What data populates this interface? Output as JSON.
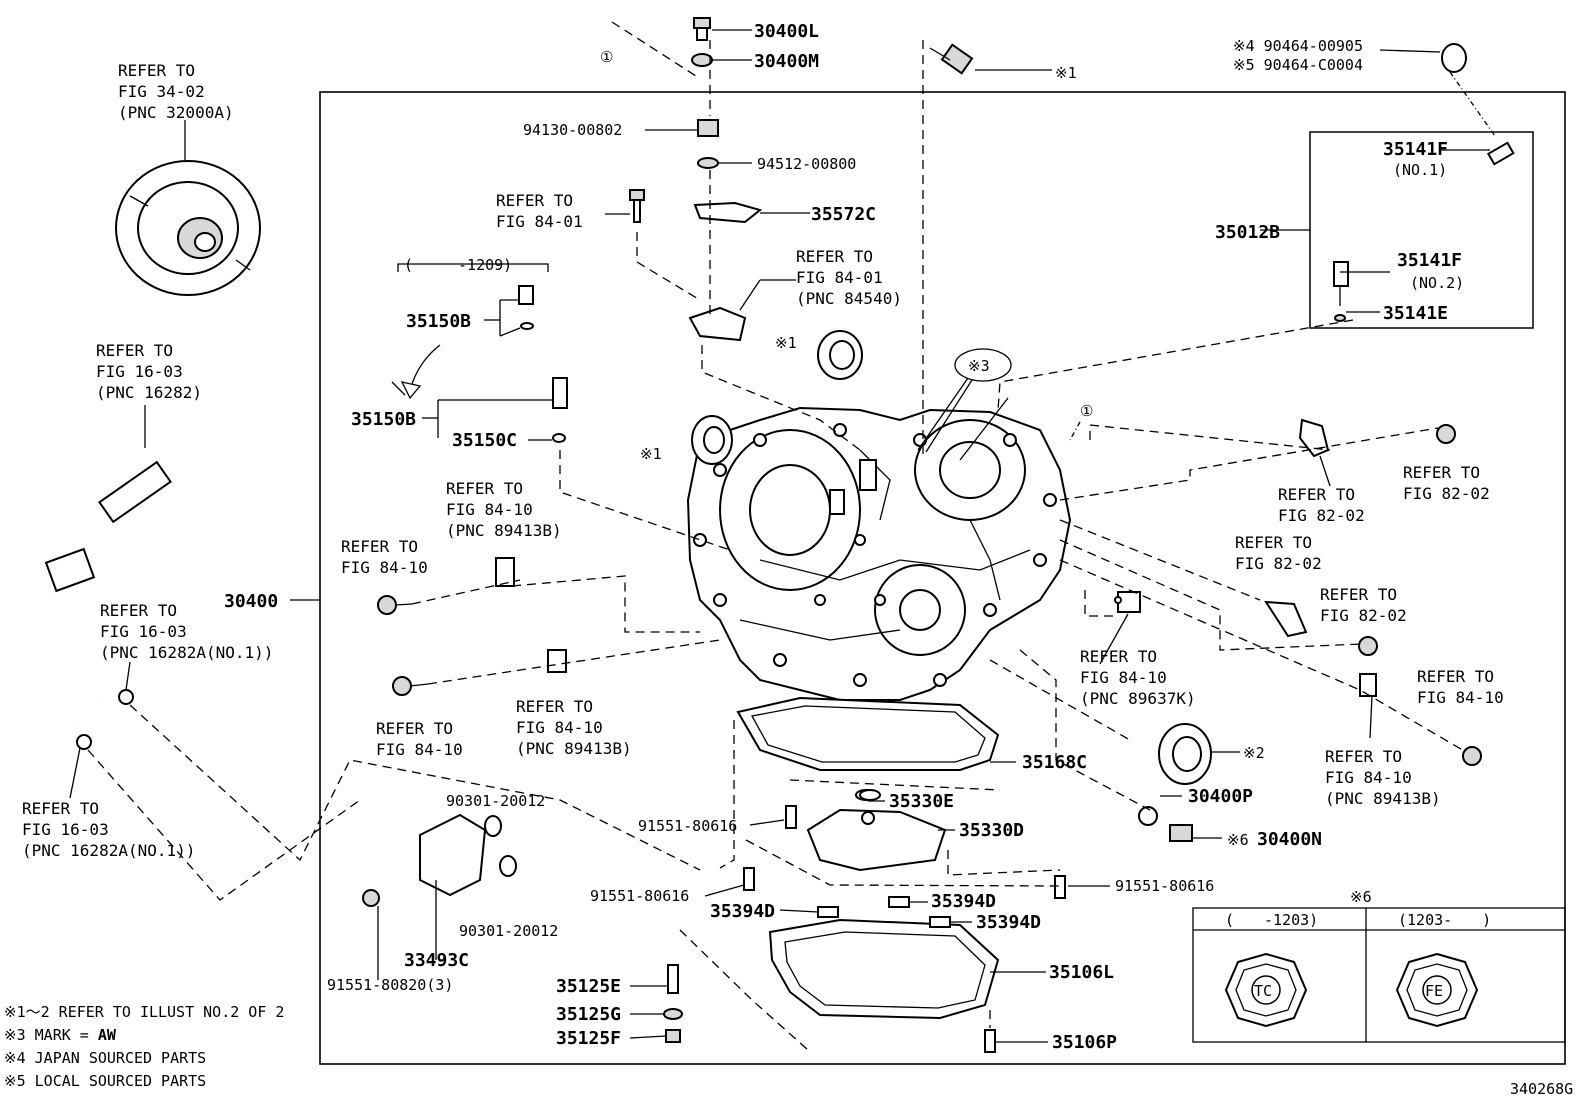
{
  "diagram_id": "340268G",
  "part_labels": [
    {
      "id": "30400L",
      "text": "30400L"
    },
    {
      "id": "30400M",
      "text": "30400M"
    },
    {
      "id": "94130-00802",
      "text": "94130-00802"
    },
    {
      "id": "94512-00800",
      "text": "94512-00800"
    },
    {
      "id": "35572C",
      "text": "35572C"
    },
    {
      "id": "35150B-a",
      "text": "35150B"
    },
    {
      "id": "35150B-b",
      "text": "35150B"
    },
    {
      "id": "35150C",
      "text": "35150C"
    },
    {
      "id": "35012B",
      "text": "35012B"
    },
    {
      "id": "35141F-1",
      "text": "35141F"
    },
    {
      "id": "35141F-2",
      "text": "35141F"
    },
    {
      "id": "35141E",
      "text": "35141E"
    },
    {
      "id": "30400",
      "text": "30400"
    },
    {
      "id": "35168C",
      "text": "35168C"
    },
    {
      "id": "35330E",
      "text": "35330E"
    },
    {
      "id": "35330D",
      "text": "35330D"
    },
    {
      "id": "30400P",
      "text": "30400P"
    },
    {
      "id": "30400N",
      "text": "30400N"
    },
    {
      "id": "91551-80616-a",
      "text": "91551-80616"
    },
    {
      "id": "91551-80616-b",
      "text": "91551-80616"
    },
    {
      "id": "91551-80616-c",
      "text": "91551-80616"
    },
    {
      "id": "35394D-a",
      "text": "35394D"
    },
    {
      "id": "35394D-b",
      "text": "35394D"
    },
    {
      "id": "35394D-c",
      "text": "35394D"
    },
    {
      "id": "35106L",
      "text": "35106L"
    },
    {
      "id": "35106P",
      "text": "35106P"
    },
    {
      "id": "35125E",
      "text": "35125E"
    },
    {
      "id": "35125G",
      "text": "35125G"
    },
    {
      "id": "35125F",
      "text": "35125F"
    },
    {
      "id": "90301-20012-a",
      "text": "90301-20012"
    },
    {
      "id": "90301-20012-b",
      "text": "90301-20012"
    },
    {
      "id": "33493C",
      "text": "33493C"
    },
    {
      "id": "91551-80820",
      "text": "91551-80820(3)"
    },
    {
      "id": "sub-no1",
      "text": "(NO.1)"
    },
    {
      "id": "sub-no2",
      "text": "(NO.2)"
    },
    {
      "id": "date-1209",
      "text": "(　　　-1209)"
    }
  ],
  "references": [
    {
      "id": "ref-34-02",
      "lines": [
        "REFER TO",
        "FIG 34-02",
        "(PNC 32000A)"
      ]
    },
    {
      "id": "ref-16-03-a",
      "lines": [
        "REFER TO",
        "FIG 16-03",
        "(PNC 16282)"
      ]
    },
    {
      "id": "ref-16-03-b",
      "lines": [
        "REFER TO",
        "FIG 16-03",
        "(PNC 16282A(NO.1))"
      ]
    },
    {
      "id": "ref-16-03-c",
      "lines": [
        "REFER TO",
        "FIG 16-03",
        "(PNC 16282A(NO.1))"
      ]
    },
    {
      "id": "ref-84-01-a",
      "lines": [
        "REFER TO",
        "FIG 84-01"
      ]
    },
    {
      "id": "ref-84-01-b",
      "lines": [
        "REFER TO",
        "FIG 84-01",
        "(PNC 84540)"
      ]
    },
    {
      "id": "ref-84-10-a",
      "lines": [
        "REFER TO",
        "FIG 84-10",
        "(PNC 89413B)"
      ]
    },
    {
      "id": "ref-84-10-b",
      "lines": [
        "REFER TO",
        "FIG 84-10"
      ]
    },
    {
      "id": "ref-84-10-c",
      "lines": [
        "REFER TO",
        "FIG 84-10"
      ]
    },
    {
      "id": "ref-84-10-d",
      "lines": [
        "REFER TO",
        "FIG 84-10",
        "(PNC 89413B)"
      ]
    },
    {
      "id": "ref-84-10-e",
      "lines": [
        "REFER TO",
        "FIG 84-10",
        "(PNC 89637K)"
      ]
    },
    {
      "id": "ref-84-10-f",
      "lines": [
        "REFER TO",
        "FIG 84-10"
      ]
    },
    {
      "id": "ref-84-10-g",
      "lines": [
        "REFER TO",
        "FIG 84-10",
        "(PNC 89413B)"
      ]
    },
    {
      "id": "ref-82-02-a",
      "lines": [
        "REFER TO",
        "FIG 82-02"
      ]
    },
    {
      "id": "ref-82-02-b",
      "lines": [
        "REFER TO",
        "FIG 82-02"
      ]
    },
    {
      "id": "ref-82-02-c",
      "lines": [
        "REFER TO",
        "FIG 82-02"
      ]
    },
    {
      "id": "ref-82-02-d",
      "lines": [
        "REFER TO",
        "FIG 82-02"
      ]
    }
  ],
  "callouts": {
    "mark1": "※1",
    "mark2": "※2",
    "mark3": "※3",
    "mark6": "※6",
    "circle1": "①",
    "jp_part": "※4 90464-00905",
    "local_part": "※5 90464-C0004"
  },
  "legend": {
    "note1": "※1～2 REFER TO ILLUST NO.2 OF 2",
    "note3_prefix": "※3 MARK = ",
    "note3_mark": "AW",
    "note4": "※4 JAPAN SOURCED PARTS",
    "note5": "※5 LOCAL SOURCED PARTS"
  },
  "table6": {
    "title": "※6",
    "col1_header": "(　　-1203)",
    "col2_header": "(1203-　　)",
    "col1_mark": "TC",
    "col2_mark": "FE"
  }
}
